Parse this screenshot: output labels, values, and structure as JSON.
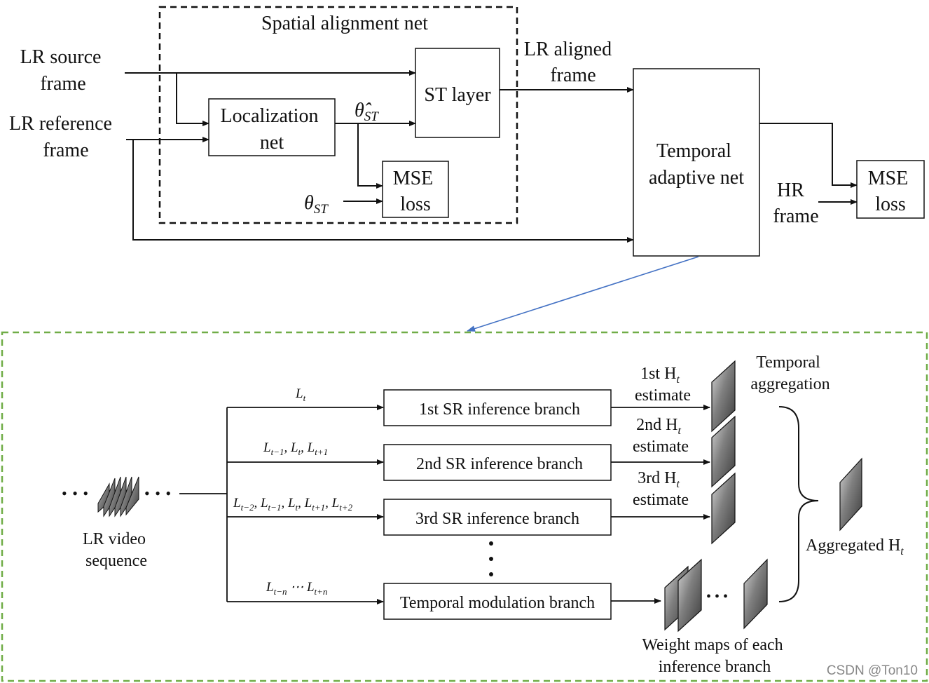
{
  "top": {
    "alignment_net_title": "Spatial alignment net",
    "lr_source": [
      "LR source",
      "frame"
    ],
    "lr_reference": [
      "LR reference",
      "frame"
    ],
    "localization_net": [
      "Localization",
      "net"
    ],
    "st_layer": "ST layer",
    "theta_hat": {
      "base": "θ̂",
      "sub": "ST"
    },
    "theta": {
      "base": "θ",
      "sub": "ST"
    },
    "mse_loss_1": [
      "MSE",
      "loss"
    ],
    "lr_aligned": [
      "LR aligned",
      "frame"
    ],
    "temporal_adaptive_net": [
      "Temporal",
      "adaptive net"
    ],
    "hr_frame": [
      "HR",
      "frame"
    ],
    "mse_loss_2": [
      "MSE",
      "loss"
    ]
  },
  "bottom": {
    "lr_video": [
      "LR video",
      "sequence"
    ],
    "dots": "• • •",
    "branches": [
      {
        "label": "1st SR inference branch",
        "input": "L",
        "input_sub": "t"
      },
      {
        "label": "2nd SR inference branch",
        "input": "L",
        "input_sub": "t−1"
      },
      {
        "label": "3rd SR inference branch",
        "input": "L",
        "input_sub": "t−2"
      },
      {
        "label": "Temporal modulation branch",
        "input": "L",
        "input_sub": "t−n"
      }
    ],
    "input_labels": {
      "b2": "L_{t−1}, L_t, L_{t+1}",
      "b3": "L_{t−2}, L_{t−1}, L_t, L_{t+1}, L_{t+2}",
      "b4": "L_{t−n} ⋯ L_{t+n}"
    },
    "estimates": [
      {
        "line1": "1st H",
        "sub": "t",
        "line2": "estimate"
      },
      {
        "line1": "2nd H",
        "sub": "t",
        "line2": "estimate"
      },
      {
        "line1": "3rd H",
        "sub": "t",
        "line2": "estimate"
      }
    ],
    "temporal_aggregation": [
      "Temporal",
      "aggregation"
    ],
    "aggregated": {
      "text": "Aggregated H",
      "sub": "t"
    },
    "weight_maps": [
      "Weight maps of each",
      "inference branch"
    ]
  },
  "watermark": "CSDN @Ton10",
  "colors": {
    "line": "#111111",
    "link_arrow": "#4472c4",
    "bottom_border": "#70ad47"
  }
}
